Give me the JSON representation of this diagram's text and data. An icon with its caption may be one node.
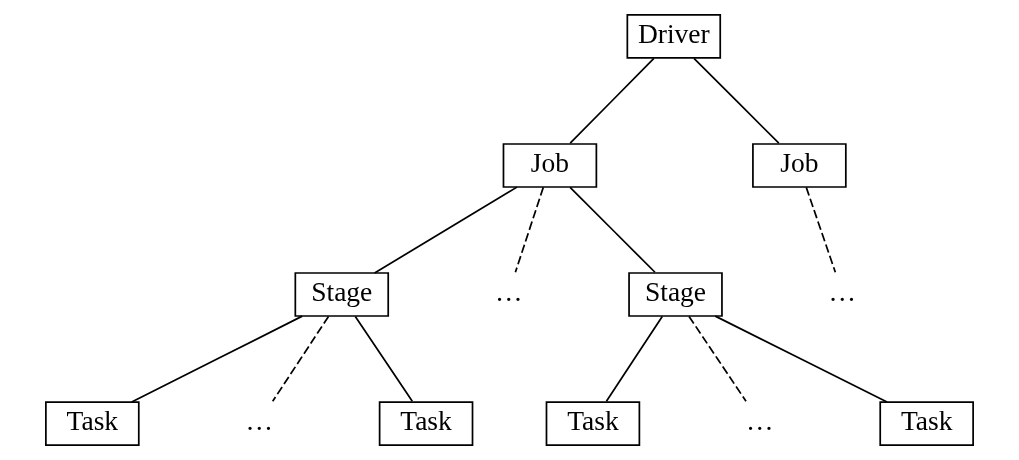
{
  "diagram": {
    "nodes": [
      {
        "text": [
          "Driver"
        ]
      },
      {
        "text": [
          "Job"
        ]
      },
      {
        "text": [
          "Job"
        ]
      },
      {
        "text": [
          "Stage"
        ]
      },
      {
        "text": [
          "…"
        ]
      },
      {
        "text": [
          "Stage"
        ]
      },
      {
        "text": [
          "…"
        ]
      },
      {
        "text": [
          "Task"
        ]
      },
      {
        "text": [
          "…"
        ]
      },
      {
        "text": [
          "Task"
        ]
      },
      {
        "text": [
          "Task"
        ]
      },
      {
        "text": [
          "…"
        ]
      },
      {
        "text": [
          "Task"
        ]
      }
    ],
    "edges": [
      {
        "from": 0,
        "to": 1,
        "arrow": "none"
      },
      {
        "from": 0,
        "to": 2,
        "arrow": "none"
      },
      {
        "from": 1,
        "to": 3,
        "arrow": "none"
      },
      {
        "from": 1,
        "to": 4,
        "arrow": "none",
        "style": "dashed"
      },
      {
        "from": 1,
        "to": 5,
        "arrow": "none"
      },
      {
        "from": 2,
        "to": 6,
        "arrow": "none",
        "style": "dashed"
      },
      {
        "from": 3,
        "to": 7,
        "arrow": "none"
      },
      {
        "from": 3,
        "to": 8,
        "arrow": "none",
        "style": "dashed"
      },
      {
        "from": 3,
        "to": 9,
        "arrow": "none"
      },
      {
        "from": 5,
        "to": 10,
        "arrow": "none"
      },
      {
        "from": 5,
        "to": 11,
        "arrow": "none",
        "style": "dashed"
      },
      {
        "from": 5,
        "to": 12,
        "arrow": "none"
      }
    ]
  }
}
